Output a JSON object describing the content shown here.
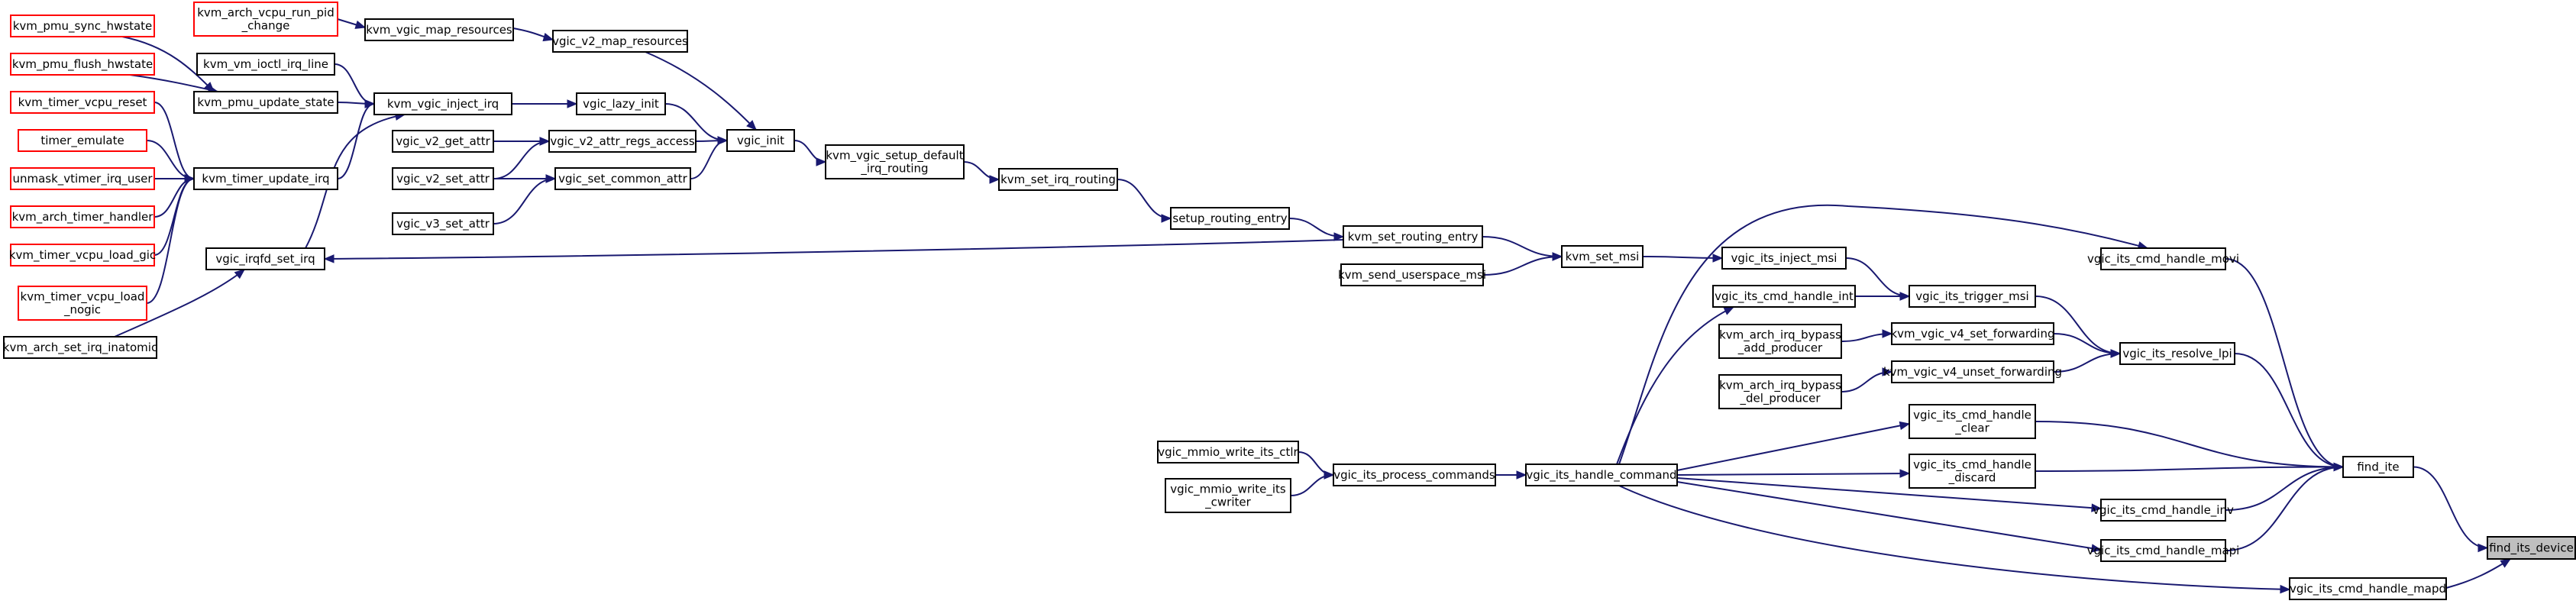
{
  "graph": {
    "type": "call-graph",
    "focus_node": "find_its_device",
    "nodes": [
      {
        "id": "n0",
        "lines": [
          "find_its_device"
        ],
        "style": "focus"
      },
      {
        "id": "n1",
        "lines": [
          "find_ite"
        ],
        "style": "normal"
      },
      {
        "id": "n2",
        "lines": [
          "vgic_its_cmd_handle_mapd"
        ],
        "style": "normal"
      },
      {
        "id": "n3",
        "lines": [
          "vgic_its_cmd_handle_movi"
        ],
        "style": "normal"
      },
      {
        "id": "n4",
        "lines": [
          "vgic_its_resolve_lpi"
        ],
        "style": "normal"
      },
      {
        "id": "n5",
        "lines": [
          "vgic_its_cmd_handle_inv"
        ],
        "style": "normal"
      },
      {
        "id": "n6",
        "lines": [
          "vgic_its_cmd_handle_mapi"
        ],
        "style": "normal"
      },
      {
        "id": "n7",
        "lines": [
          "vgic_its_cmd_handle",
          "_clear"
        ],
        "style": "normal"
      },
      {
        "id": "n8",
        "lines": [
          "vgic_its_cmd_handle",
          "_discard"
        ],
        "style": "normal"
      },
      {
        "id": "n9",
        "lines": [
          "vgic_its_trigger_msi"
        ],
        "style": "normal"
      },
      {
        "id": "n10",
        "lines": [
          "kvm_vgic_v4_set_forwarding"
        ],
        "style": "normal"
      },
      {
        "id": "n11",
        "lines": [
          "kvm_vgic_v4_unset_forwarding"
        ],
        "style": "normal"
      },
      {
        "id": "n12",
        "lines": [
          "vgic_its_handle_command"
        ],
        "style": "normal"
      },
      {
        "id": "n13",
        "lines": [
          "vgic_its_inject_msi"
        ],
        "style": "normal"
      },
      {
        "id": "n14",
        "lines": [
          "vgic_its_cmd_handle_int"
        ],
        "style": "normal"
      },
      {
        "id": "n15",
        "lines": [
          "kvm_arch_irq_bypass",
          "_add_producer"
        ],
        "style": "normal"
      },
      {
        "id": "n16",
        "lines": [
          "kvm_arch_irq_bypass",
          "_del_producer"
        ],
        "style": "normal"
      },
      {
        "id": "n17",
        "lines": [
          "vgic_its_process_commands"
        ],
        "style": "normal"
      },
      {
        "id": "n18",
        "lines": [
          "kvm_set_msi"
        ],
        "style": "normal"
      },
      {
        "id": "n19",
        "lines": [
          "vgic_mmio_write_its_ctlr"
        ],
        "style": "normal"
      },
      {
        "id": "n20",
        "lines": [
          "vgic_mmio_write_its",
          "_cwriter"
        ],
        "style": "normal"
      },
      {
        "id": "n21",
        "lines": [
          "kvm_set_routing_entry"
        ],
        "style": "normal"
      },
      {
        "id": "n22",
        "lines": [
          "kvm_send_userspace_msi"
        ],
        "style": "normal"
      },
      {
        "id": "n23",
        "lines": [
          "vgic_irqfd_set_irq"
        ],
        "style": "normal"
      },
      {
        "id": "n24",
        "lines": [
          "setup_routing_entry"
        ],
        "style": "normal"
      },
      {
        "id": "n25",
        "lines": [
          "kvm_set_irq_routing"
        ],
        "style": "normal"
      },
      {
        "id": "n26",
        "lines": [
          "kvm_vgic_setup_default",
          "_irq_routing"
        ],
        "style": "normal"
      },
      {
        "id": "n27",
        "lines": [
          "vgic_init"
        ],
        "style": "normal"
      },
      {
        "id": "n28",
        "lines": [
          "kvm_vgic_inject_irq"
        ],
        "style": "normal"
      },
      {
        "id": "n29",
        "lines": [
          "kvm_arch_set_irq_inatomic"
        ],
        "style": "normal"
      },
      {
        "id": "n30",
        "lines": [
          "vgic_lazy_init"
        ],
        "style": "normal"
      },
      {
        "id": "n31",
        "lines": [
          "vgic_v2_map_resources"
        ],
        "style": "normal"
      },
      {
        "id": "n32",
        "lines": [
          "vgic_v2_attr_regs_access"
        ],
        "style": "normal"
      },
      {
        "id": "n33",
        "lines": [
          "vgic_set_common_attr"
        ],
        "style": "normal"
      },
      {
        "id": "n34",
        "lines": [
          "kvm_vm_ioctl_irq_line"
        ],
        "style": "normal"
      },
      {
        "id": "n35",
        "lines": [
          "kvm_pmu_update_state"
        ],
        "style": "normal"
      },
      {
        "id": "n36",
        "lines": [
          "kvm_timer_update_irq"
        ],
        "style": "normal"
      },
      {
        "id": "n37",
        "lines": [
          "kvm_vgic_map_resources"
        ],
        "style": "normal"
      },
      {
        "id": "n38",
        "lines": [
          "kvm_arch_vcpu_run_pid",
          "_change"
        ],
        "style": "red"
      },
      {
        "id": "n39",
        "lines": [
          "vgic_v2_get_attr"
        ],
        "style": "normal"
      },
      {
        "id": "n40",
        "lines": [
          "vgic_v2_set_attr"
        ],
        "style": "normal"
      },
      {
        "id": "n41",
        "lines": [
          "vgic_v3_set_attr"
        ],
        "style": "normal"
      },
      {
        "id": "n42",
        "lines": [
          "kvm_pmu_sync_hwstate"
        ],
        "style": "red"
      },
      {
        "id": "n43",
        "lines": [
          "kvm_pmu_flush_hwstate"
        ],
        "style": "red"
      },
      {
        "id": "n44",
        "lines": [
          "kvm_timer_vcpu_reset"
        ],
        "style": "red"
      },
      {
        "id": "n45",
        "lines": [
          "timer_emulate"
        ],
        "style": "red"
      },
      {
        "id": "n46",
        "lines": [
          "unmask_vtimer_irq_user"
        ],
        "style": "red"
      },
      {
        "id": "n47",
        "lines": [
          "kvm_arch_timer_handler"
        ],
        "style": "red"
      },
      {
        "id": "n48",
        "lines": [
          "kvm_timer_vcpu_load_gic"
        ],
        "style": "red"
      },
      {
        "id": "n49",
        "lines": [
          "kvm_timer_vcpu_load",
          "_nogic"
        ],
        "style": "red"
      }
    ],
    "edges": [
      {
        "from": "n1",
        "to": "n0"
      },
      {
        "from": "n2",
        "to": "n0"
      },
      {
        "from": "n3",
        "to": "n1"
      },
      {
        "from": "n4",
        "to": "n1"
      },
      {
        "from": "n5",
        "to": "n1"
      },
      {
        "from": "n6",
        "to": "n1"
      },
      {
        "from": "n7",
        "to": "n1"
      },
      {
        "from": "n8",
        "to": "n1"
      },
      {
        "from": "n9",
        "to": "n4"
      },
      {
        "from": "n10",
        "to": "n4"
      },
      {
        "from": "n11",
        "to": "n4"
      },
      {
        "from": "n12",
        "to": "n3"
      },
      {
        "from": "n12",
        "to": "n5"
      },
      {
        "from": "n12",
        "to": "n6"
      },
      {
        "from": "n12",
        "to": "n7"
      },
      {
        "from": "n12",
        "to": "n8"
      },
      {
        "from": "n12",
        "to": "n2"
      },
      {
        "from": "n12",
        "to": "n14"
      },
      {
        "from": "n13",
        "to": "n9"
      },
      {
        "from": "n14",
        "to": "n9"
      },
      {
        "from": "n15",
        "to": "n10"
      },
      {
        "from": "n16",
        "to": "n11"
      },
      {
        "from": "n17",
        "to": "n12"
      },
      {
        "from": "n18",
        "to": "n13"
      },
      {
        "from": "n19",
        "to": "n17"
      },
      {
        "from": "n20",
        "to": "n17"
      },
      {
        "from": "n21",
        "to": "n18"
      },
      {
        "from": "n22",
        "to": "n18"
      },
      {
        "from": "n21",
        "to": "n23"
      },
      {
        "from": "n24",
        "to": "n21"
      },
      {
        "from": "n25",
        "to": "n24"
      },
      {
        "from": "n26",
        "to": "n25"
      },
      {
        "from": "n27",
        "to": "n26"
      },
      {
        "from": "n28",
        "to": "n30"
      },
      {
        "from": "n30",
        "to": "n27"
      },
      {
        "from": "n31",
        "to": "n27"
      },
      {
        "from": "n32",
        "to": "n27"
      },
      {
        "from": "n33",
        "to": "n27"
      },
      {
        "from": "n23",
        "to": "n28"
      },
      {
        "from": "n29",
        "to": "n23"
      },
      {
        "from": "n34",
        "to": "n28"
      },
      {
        "from": "n35",
        "to": "n28"
      },
      {
        "from": "n36",
        "to": "n28"
      },
      {
        "from": "n37",
        "to": "n31"
      },
      {
        "from": "n38",
        "to": "n37"
      },
      {
        "from": "n39",
        "to": "n32"
      },
      {
        "from": "n40",
        "to": "n32"
      },
      {
        "from": "n40",
        "to": "n33"
      },
      {
        "from": "n41",
        "to": "n33"
      },
      {
        "from": "n42",
        "to": "n35"
      },
      {
        "from": "n43",
        "to": "n35"
      },
      {
        "from": "n44",
        "to": "n36"
      },
      {
        "from": "n45",
        "to": "n36"
      },
      {
        "from": "n46",
        "to": "n36"
      },
      {
        "from": "n47",
        "to": "n36"
      },
      {
        "from": "n48",
        "to": "n36"
      },
      {
        "from": "n49",
        "to": "n36"
      }
    ]
  }
}
